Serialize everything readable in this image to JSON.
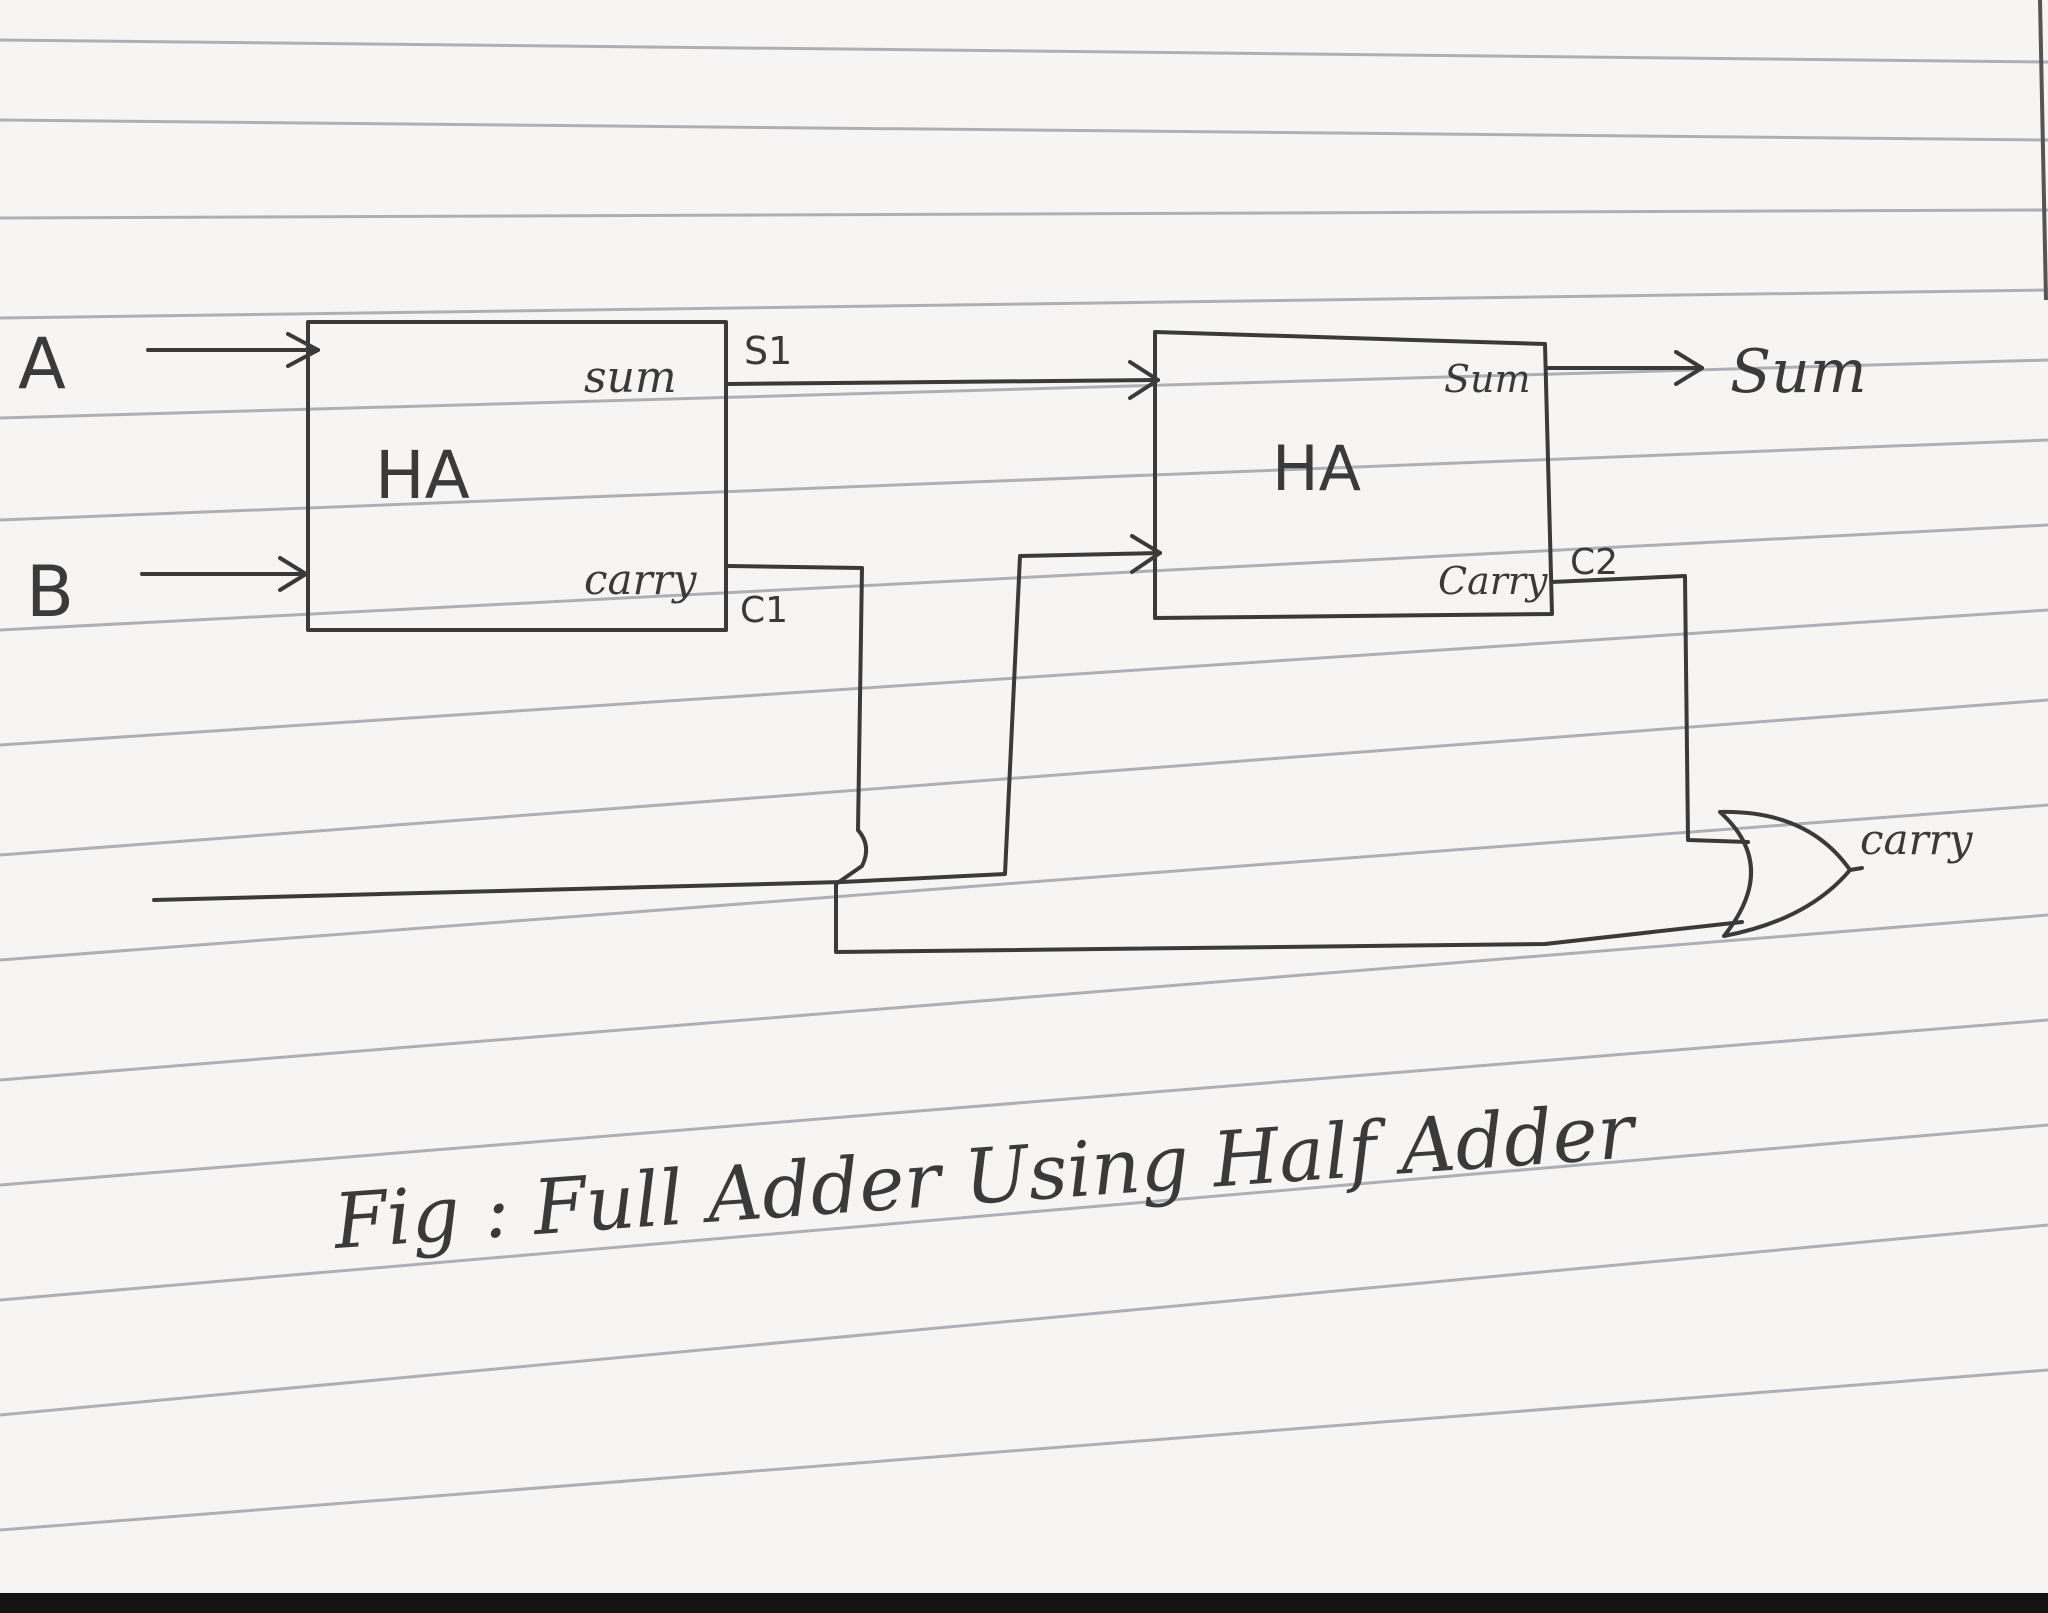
{
  "paper": {
    "background_color": "#f6f5f4",
    "rule_color": "#9a9fa6",
    "ink_color": "#3a3a3a",
    "bottom_band_color": "#141414"
  },
  "inputs": {
    "a_label": "A",
    "b_label": "B"
  },
  "half_adder_1": {
    "block_label": "HA",
    "sum_port_label": "sum",
    "carry_port_label": "carry",
    "sum_signal_label": "S1",
    "carry_signal_label": "C1"
  },
  "half_adder_2": {
    "block_label": "HA",
    "sum_port_label": "Sum",
    "carry_port_label": "Carry",
    "carry_signal_label": "C2"
  },
  "outputs": {
    "sum_label": "Sum",
    "carry_label": "carry"
  },
  "caption": "Fig : Full Adder Using Half Adder"
}
